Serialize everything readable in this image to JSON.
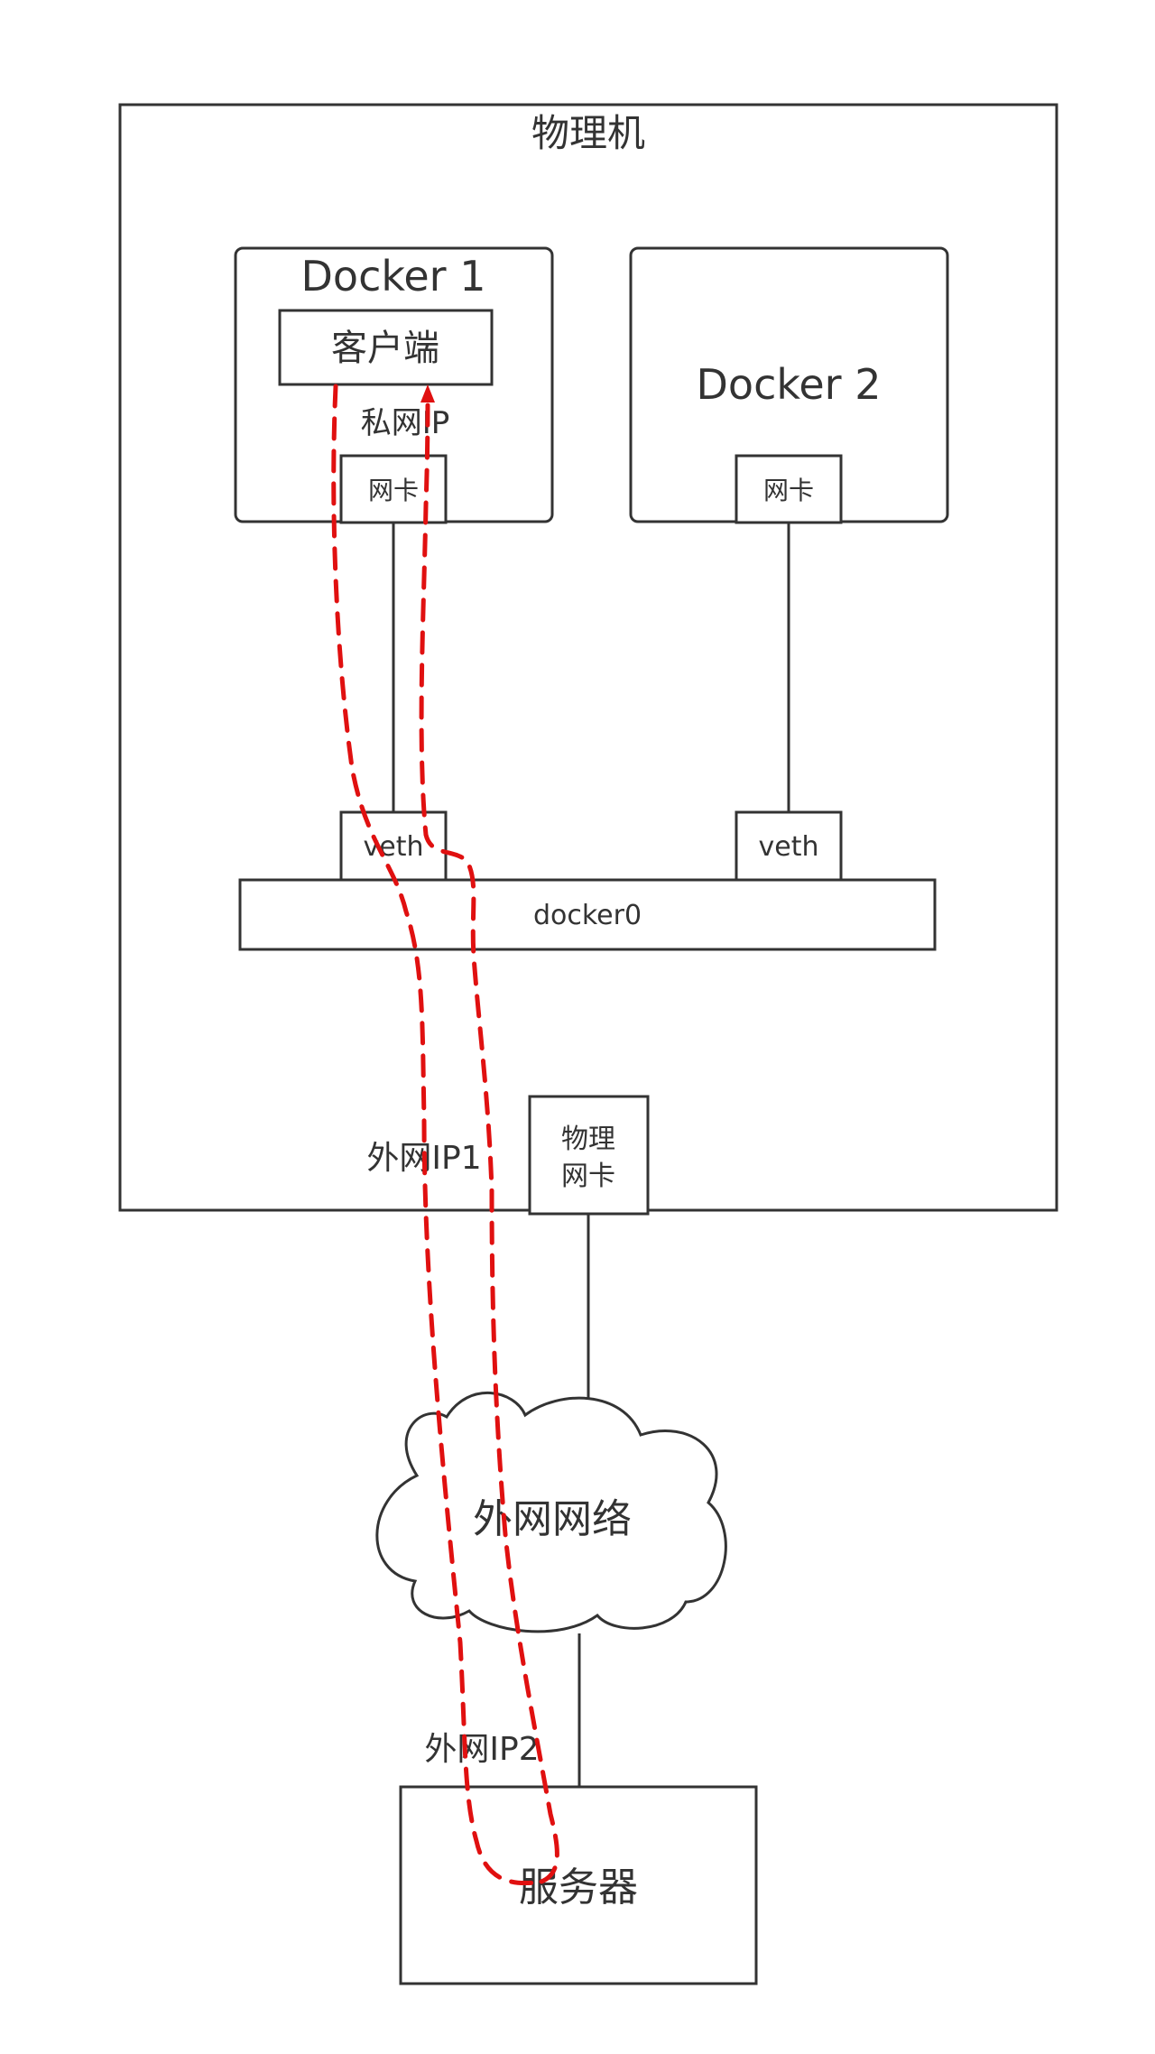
{
  "physical_machine": {
    "title": "物理机"
  },
  "docker1": {
    "title": "Docker 1",
    "client": "客户端",
    "private_ip": "私网IP",
    "nic": "网卡",
    "veth": "veth"
  },
  "docker2": {
    "title": "Docker 2",
    "nic": "网卡",
    "veth": "veth"
  },
  "bridge": {
    "label": "docker0"
  },
  "physical_nic": {
    "line1": "物理",
    "line2": "网卡"
  },
  "external_ip1": "外网IP1",
  "cloud": {
    "label": "外网网络"
  },
  "external_ip2": "外网IP2",
  "server": {
    "label": "服务器"
  },
  "colors": {
    "path": "#e01010",
    "stroke": "#333333"
  }
}
